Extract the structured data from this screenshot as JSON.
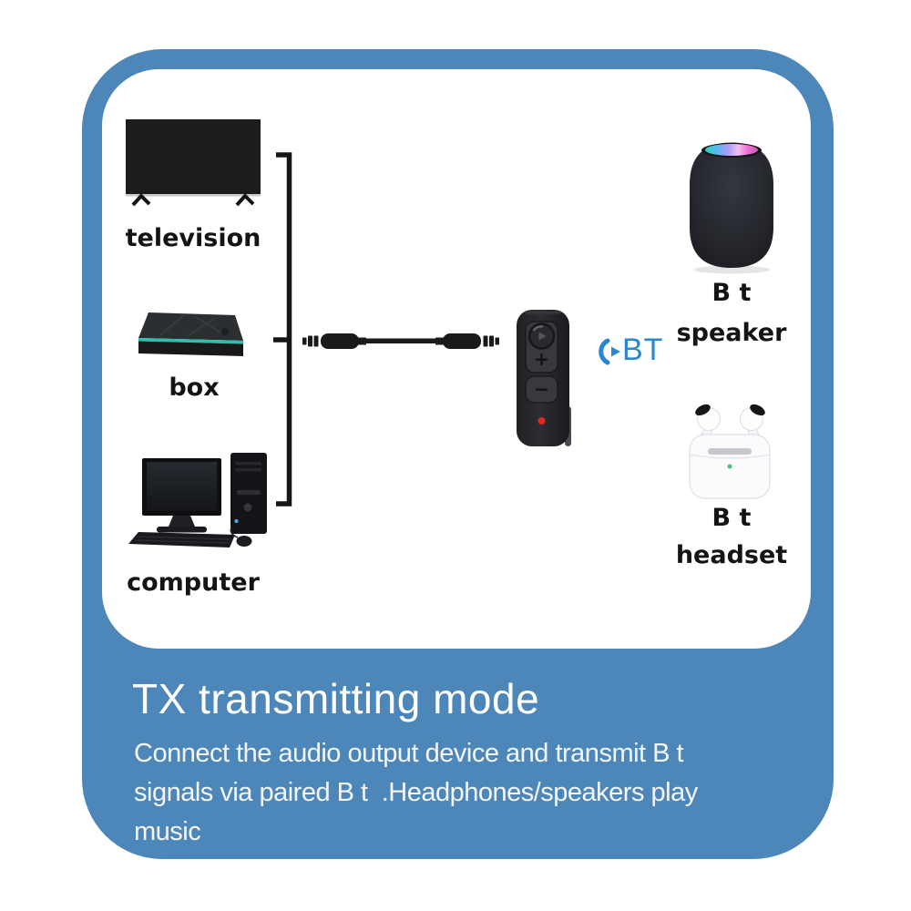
{
  "card": {
    "accent_color": "#4d86b8",
    "panel_color": "#ffffff"
  },
  "source_devices": [
    {
      "name": "television",
      "label": "television",
      "icon": "television-icon"
    },
    {
      "name": "box",
      "label": "box",
      "icon": "tv-box-icon"
    },
    {
      "name": "computer",
      "label": "computer",
      "icon": "computer-icon"
    }
  ],
  "cable": {
    "icon": "aux-cable-icon"
  },
  "transmitter": {
    "name": "bt-audio-transmitter",
    "volume_up_label": "+",
    "volume_down_label": "−",
    "led_color": "#e8231a"
  },
  "bt_indicator": {
    "label": "BT",
    "color": "#2b86cf",
    "icon": "bt-signal-icon"
  },
  "output_devices": [
    {
      "name": "bt-speaker",
      "label_top": "B t",
      "label_bottom": "speaker",
      "icon": "speaker-icon"
    },
    {
      "name": "bt-headset",
      "label_top": "B t",
      "label_bottom": "headset",
      "icon": "earbuds-icon"
    }
  ],
  "footer": {
    "title": "TX transmitting mode",
    "description_lines": [
      "Connect the audio output device and transmit B t",
      "signals via paired B t  .Headphones/speakers play",
      "music"
    ]
  }
}
